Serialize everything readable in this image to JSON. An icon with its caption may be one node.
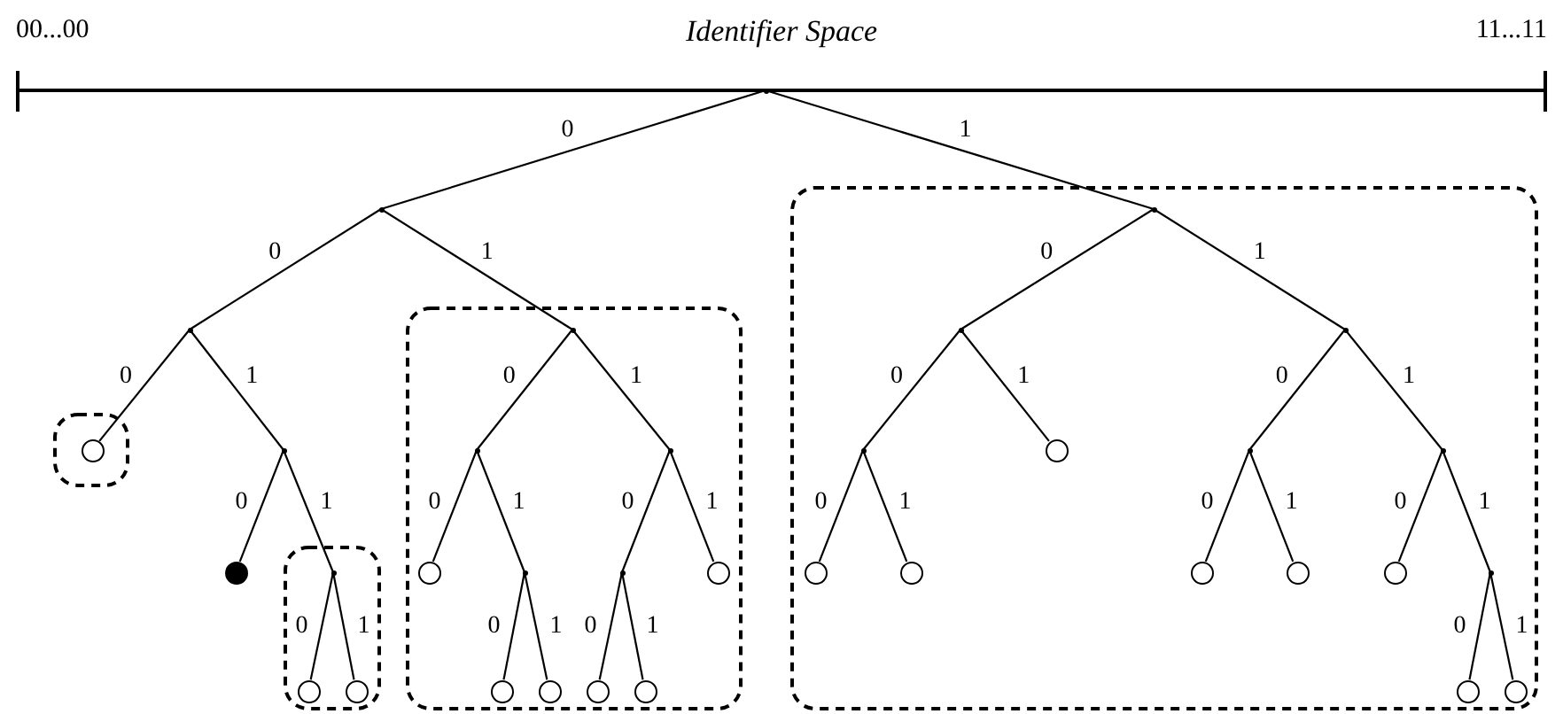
{
  "diagram": {
    "title": "Identifier Space",
    "nodes": [
      {
        "text": [],
        "shape": "point"
      },
      {
        "text": [],
        "shape": "point"
      },
      {
        "text": [],
        "shape": "box"
      },
      {
        "text": [],
        "shape": "point",
        "in": 2
      },
      {
        "text": [],
        "shape": "point"
      },
      {
        "text": [],
        "shape": "box"
      },
      {
        "text": [],
        "shape": "point",
        "in": 5
      },
      {
        "text": [],
        "shape": "point",
        "in": 2
      },
      {
        "text": [],
        "shape": "point",
        "in": 2
      },
      {
        "text": [],
        "shape": "box"
      },
      {
        "text": [],
        "shape": "circle",
        "in": 9
      },
      {
        "text": [],
        "shape": "point"
      },
      {
        "text": [],
        "shape": "point",
        "in": 5
      },
      {
        "text": [],
        "shape": "point",
        "in": 5
      },
      {
        "text": [],
        "shape": "point",
        "in": 2
      },
      {
        "text": [],
        "shape": "circle",
        "in": 2
      },
      {
        "text": [],
        "shape": "point",
        "in": 2
      },
      {
        "text": [],
        "shape": "point",
        "in": 2
      },
      {
        "text": [],
        "shape": "dot"
      },
      {
        "text": [],
        "shape": "box"
      },
      {
        "text": [],
        "shape": "point",
        "in": 19
      },
      {
        "text": [],
        "shape": "circle",
        "in": 5
      },
      {
        "text": [],
        "shape": "point",
        "in": 5
      },
      {
        "text": [],
        "shape": "point",
        "in": 5
      },
      {
        "text": [],
        "shape": "circle",
        "in": 5
      },
      {
        "text": [],
        "shape": "circle",
        "in": 2
      },
      {
        "text": [],
        "shape": "circle",
        "in": 2
      },
      {
        "text": [],
        "shape": "circle",
        "in": 2
      },
      {
        "text": [],
        "shape": "circle",
        "in": 2
      },
      {
        "text": [],
        "shape": "circle",
        "in": 2
      },
      {
        "text": [],
        "shape": "point",
        "in": 2
      },
      {
        "text": [],
        "shape": "circle",
        "in": 19
      },
      {
        "text": [],
        "shape": "circle",
        "in": 19
      },
      {
        "text": [],
        "shape": "circle",
        "in": 5
      },
      {
        "text": [],
        "shape": "circle",
        "in": 5
      },
      {
        "text": [],
        "shape": "circle",
        "in": 5
      },
      {
        "text": [],
        "shape": "circle",
        "in": 5
      },
      {
        "text": [],
        "shape": "circle",
        "in": 2
      },
      {
        "text": [],
        "shape": "circle",
        "in": 2
      }
    ],
    "edges": [
      {
        "from": 0,
        "to": 1,
        "arrow": "none",
        "label": "0"
      },
      {
        "from": 0,
        "to": 3,
        "arrow": "none",
        "label": "1"
      },
      {
        "from": 1,
        "to": 4,
        "arrow": "none",
        "label": "0"
      },
      {
        "from": 1,
        "to": 6,
        "arrow": "none",
        "label": "1"
      },
      {
        "from": 3,
        "to": 7,
        "arrow": "none",
        "label": "0"
      },
      {
        "from": 3,
        "to": 8,
        "arrow": "none",
        "label": "1"
      },
      {
        "from": 4,
        "to": 10,
        "arrow": "none",
        "label": "0"
      },
      {
        "from": 4,
        "to": 11,
        "arrow": "none",
        "label": "1"
      },
      {
        "from": 6,
        "to": 12,
        "arrow": "none",
        "label": "0"
      },
      {
        "from": 6,
        "to": 13,
        "arrow": "none",
        "label": "1"
      },
      {
        "from": 7,
        "to": 14,
        "arrow": "none",
        "label": "0"
      },
      {
        "from": 7,
        "to": 15,
        "arrow": "none",
        "label": "1"
      },
      {
        "from": 8,
        "to": 16,
        "arrow": "none",
        "label": "0"
      },
      {
        "from": 8,
        "to": 17,
        "arrow": "none",
        "label": "1"
      },
      {
        "from": 11,
        "to": 18,
        "arrow": "none",
        "label": "0"
      },
      {
        "from": 11,
        "to": 20,
        "arrow": "none",
        "label": "1"
      },
      {
        "from": 12,
        "to": 21,
        "arrow": "none",
        "label": "0"
      },
      {
        "from": 12,
        "to": 22,
        "arrow": "none",
        "label": "1"
      },
      {
        "from": 13,
        "to": 23,
        "arrow": "none",
        "label": "0"
      },
      {
        "from": 13,
        "to": 24,
        "arrow": "none",
        "label": "1"
      },
      {
        "from": 14,
        "to": 25,
        "arrow": "none",
        "label": "0"
      },
      {
        "from": 14,
        "to": 26,
        "arrow": "none",
        "label": "1"
      },
      {
        "from": 16,
        "to": 27,
        "arrow": "none",
        "label": "0"
      },
      {
        "from": 16,
        "to": 28,
        "arrow": "none",
        "label": "1"
      },
      {
        "from": 17,
        "to": 29,
        "arrow": "none",
        "label": "0"
      },
      {
        "from": 17,
        "to": 30,
        "arrow": "none",
        "label": "1"
      },
      {
        "from": 20,
        "to": 31,
        "arrow": "none",
        "label": "0"
      },
      {
        "from": 20,
        "to": 32,
        "arrow": "none",
        "label": "1"
      },
      {
        "from": 22,
        "to": 33,
        "arrow": "none",
        "label": "0"
      },
      {
        "from": 22,
        "to": 34,
        "arrow": "none",
        "label": "1"
      },
      {
        "from": 23,
        "to": 35,
        "arrow": "none",
        "label": "0"
      },
      {
        "from": 23,
        "to": 36,
        "arrow": "none",
        "label": "1"
      },
      {
        "from": 30,
        "to": 37,
        "arrow": "none",
        "label": "0"
      },
      {
        "from": 30,
        "to": 38,
        "arrow": "none",
        "label": "1"
      }
    ],
    "labels": [
      "00...00",
      "11...11"
    ]
  }
}
